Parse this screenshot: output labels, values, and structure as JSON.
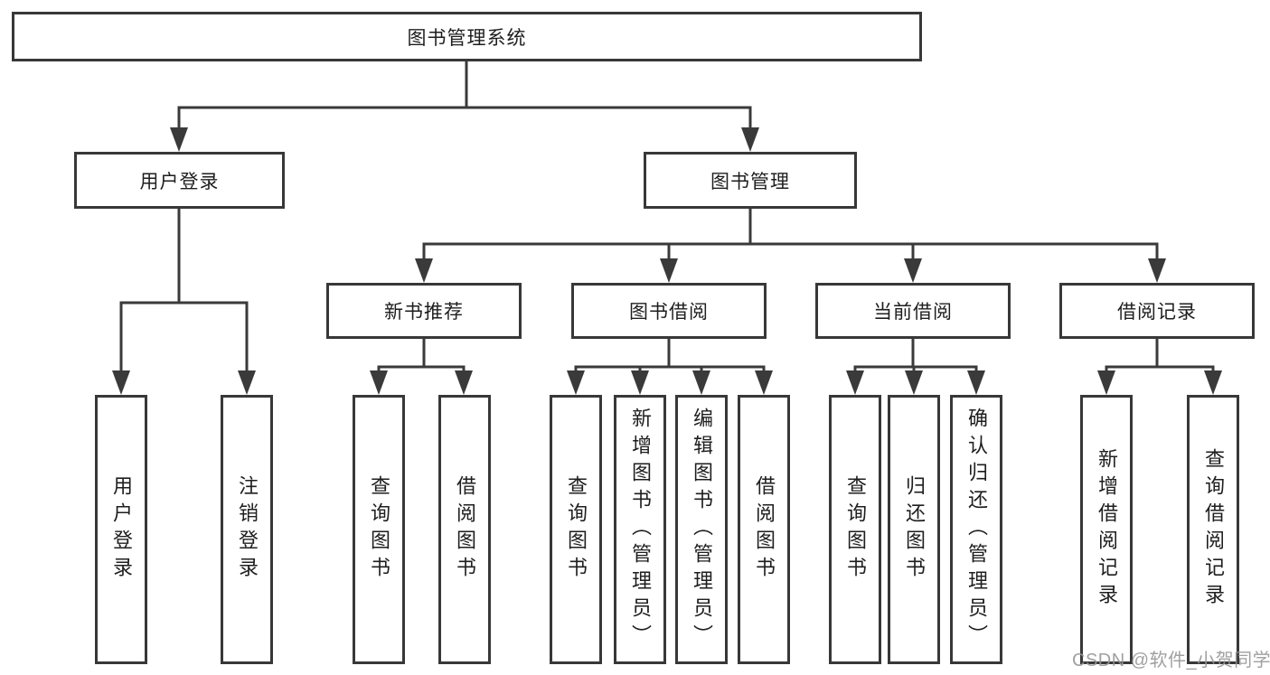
{
  "diagram": {
    "root": {
      "label": "图书管理系统"
    },
    "level2": [
      {
        "id": "user-login",
        "label": "用户登录"
      },
      {
        "id": "book-management",
        "label": "图书管理"
      }
    ],
    "level3": [
      {
        "id": "new-book-recommend",
        "label": "新书推荐"
      },
      {
        "id": "book-borrow",
        "label": "图书借阅"
      },
      {
        "id": "current-borrow",
        "label": "当前借阅"
      },
      {
        "id": "borrow-records",
        "label": "借阅记录"
      }
    ],
    "leaves": [
      {
        "group": "user-login",
        "label": "用户登录"
      },
      {
        "group": "user-login",
        "label": "注销登录"
      },
      {
        "group": "new-book-recommend",
        "label": "查询图书"
      },
      {
        "group": "new-book-recommend",
        "label": "借阅图书"
      },
      {
        "group": "book-borrow",
        "label": "查询图书"
      },
      {
        "group": "book-borrow",
        "label": "新增图书（管理员）"
      },
      {
        "group": "book-borrow",
        "label": "编辑图书（管理员）"
      },
      {
        "group": "book-borrow",
        "label": "借阅图书"
      },
      {
        "group": "current-borrow",
        "label": "查询图书"
      },
      {
        "group": "current-borrow",
        "label": "归还图书"
      },
      {
        "group": "current-borrow",
        "label": "确认归还（管理员）"
      },
      {
        "group": "borrow-records",
        "label": "新增借阅记录"
      },
      {
        "group": "borrow-records",
        "label": "查询借阅记录"
      }
    ]
  },
  "watermark": {
    "text": "CSDN @软件_小贺同学"
  },
  "colors": {
    "background": "#ffffff",
    "line": "#3a3a3a",
    "box_border": "#383838",
    "text": "#1e1e1e",
    "watermark": "#969696"
  }
}
